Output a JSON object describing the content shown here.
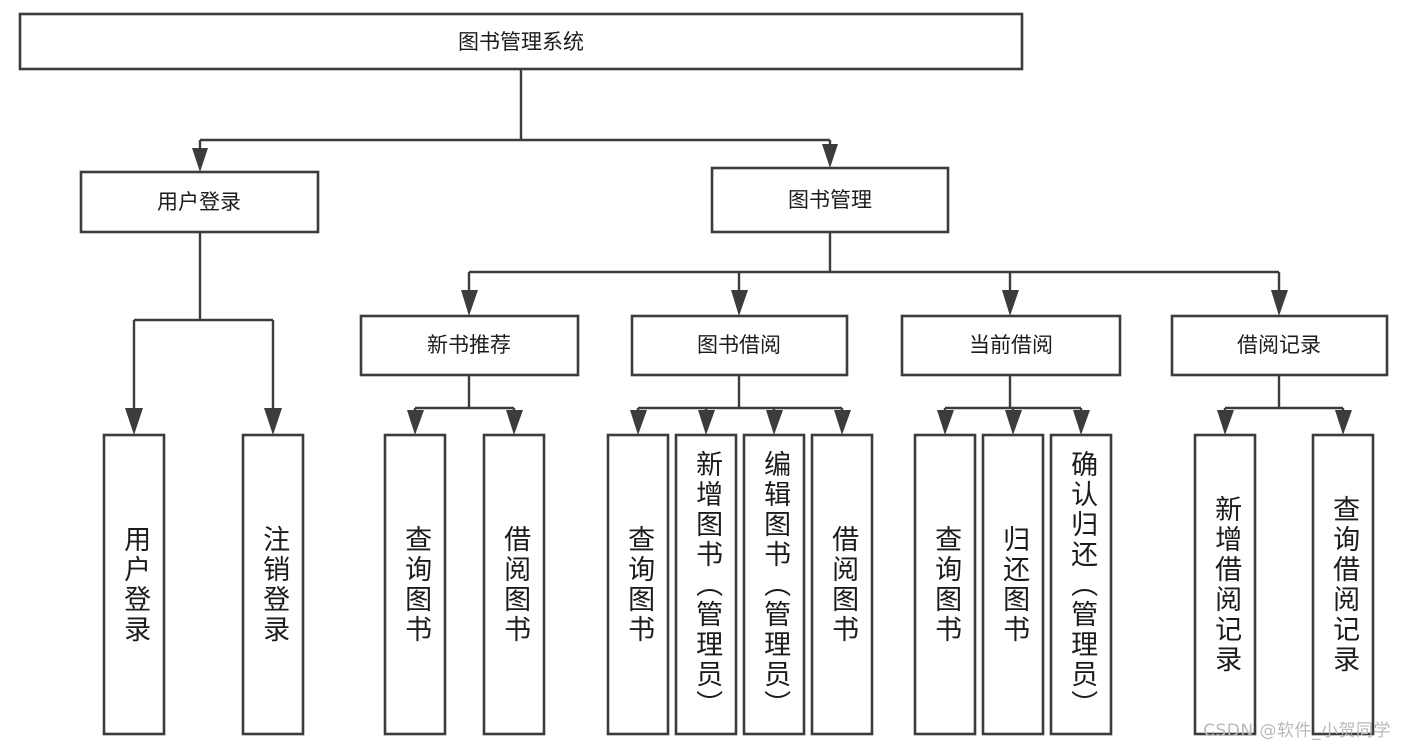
{
  "diagram": {
    "type": "tree-hierarchy-chart",
    "title": "图书管理系统",
    "watermark": "CSDN @软件_小贺同学",
    "colors": {
      "background": "#ffffff",
      "box_stroke": "#3c3c3c",
      "box_fill": "#ffffff",
      "text": "#1c1c1c",
      "connector": "#3c3c3c",
      "watermark": "#b9b9b9"
    },
    "root": {
      "label": "图书管理系统",
      "level": 0
    },
    "level1": [
      {
        "label": "用户登录"
      },
      {
        "label": "图书管理"
      }
    ],
    "level2": [
      {
        "label": "新书推荐",
        "parent": "图书管理"
      },
      {
        "label": "图书借阅",
        "parent": "图书管理"
      },
      {
        "label": "当前借阅",
        "parent": "图书管理"
      },
      {
        "label": "借阅记录",
        "parent": "图书管理"
      }
    ],
    "leaves": {
      "user_login": [
        {
          "label": "用户登录"
        },
        {
          "label": "注销登录"
        }
      ],
      "new_book_recommend": [
        {
          "label": "查询图书"
        },
        {
          "label": "借阅图书"
        }
      ],
      "book_borrow": [
        {
          "label": "查询图书"
        },
        {
          "label": "新增图书（管理员）"
        },
        {
          "label": "编辑图书（管理员）"
        },
        {
          "label": "借阅图书"
        }
      ],
      "current_borrow": [
        {
          "label": "查询图书"
        },
        {
          "label": "归还图书"
        },
        {
          "label": "确认归还（管理员）"
        }
      ],
      "borrow_record": [
        {
          "label": "新增借阅记录"
        },
        {
          "label": "查询借阅记录"
        }
      ]
    }
  }
}
